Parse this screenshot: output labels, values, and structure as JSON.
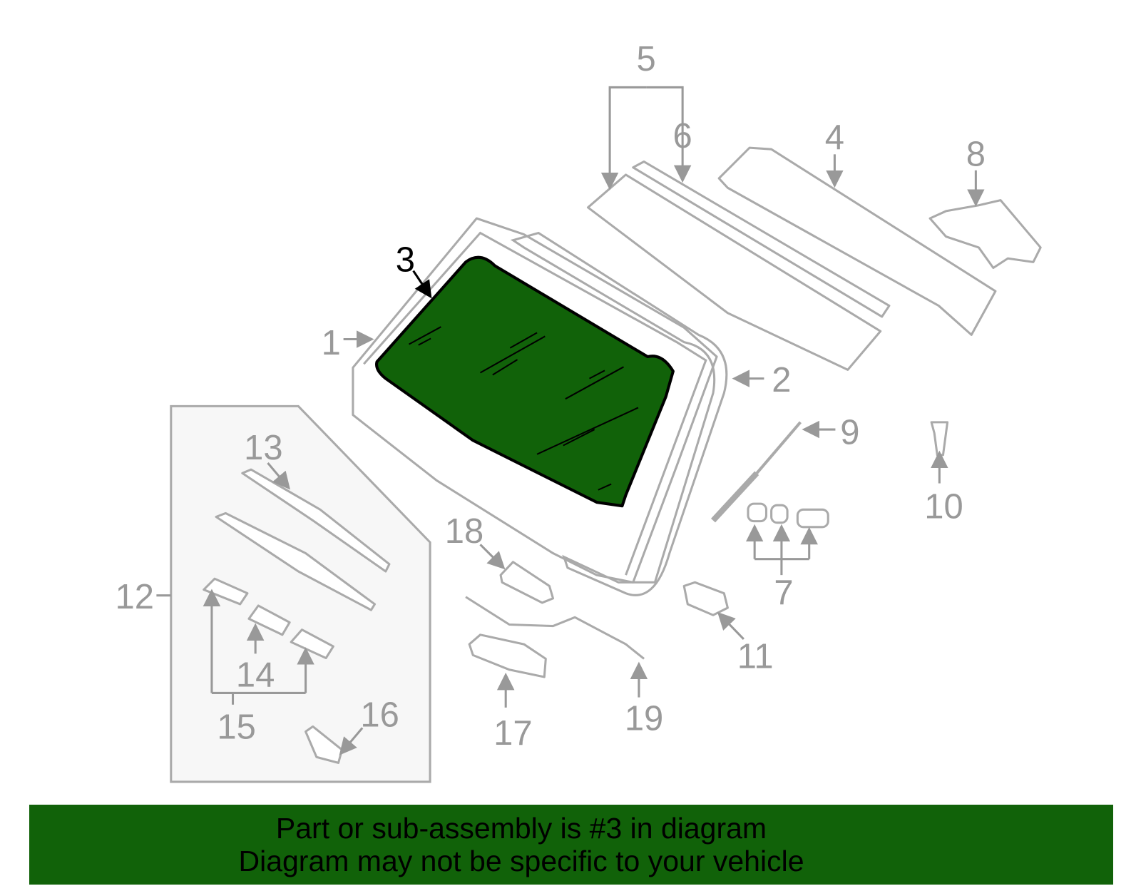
{
  "diagram": {
    "highlighted_part": "3",
    "highlight_color": "#116209",
    "callouts": [
      "1",
      "2",
      "3",
      "4",
      "5",
      "6",
      "7",
      "8",
      "9",
      "10",
      "11",
      "12",
      "13",
      "14",
      "15",
      "16",
      "17",
      "18",
      "19"
    ]
  },
  "banner": {
    "line1": "Part or sub-assembly is #3 in diagram",
    "line2": "Diagram may not be specific to your vehicle",
    "background": "#116209"
  }
}
